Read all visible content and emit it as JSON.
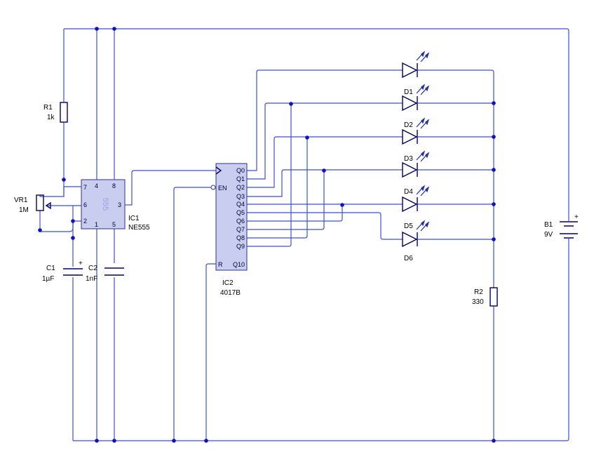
{
  "colors": {
    "wire": "#3f4fd1",
    "ic_fill": "#c9cdef",
    "junction": "#1010c0",
    "component": "#000066"
  },
  "components": {
    "r1": {
      "ref": "R1",
      "value": "1k"
    },
    "vr1": {
      "ref": "VR1",
      "value": "1M"
    },
    "c1": {
      "ref": "C1",
      "value": "1µF"
    },
    "c2": {
      "ref": "C2",
      "value": "1nF"
    },
    "ic1": {
      "ref": "IC1",
      "value": "NE555",
      "chip_text": "555",
      "pins": {
        "p1": "1",
        "p2": "2",
        "p3": "3",
        "p4": "4",
        "p5": "5",
        "p6": "6",
        "p7": "7",
        "p8": "8"
      }
    },
    "ic2": {
      "ref": "IC2",
      "value": "4017B",
      "pins": {
        "en": "EN",
        "r": "R",
        "q0": "Q0",
        "q1": "Q1",
        "q2": "Q2",
        "q3": "Q3",
        "q4": "Q4",
        "q5": "Q5",
        "q6": "Q6",
        "q7": "Q7",
        "q8": "Q8",
        "q9": "Q9",
        "q10": "Q10"
      }
    },
    "leds": [
      {
        "label": "D1"
      },
      {
        "label": "D2"
      },
      {
        "label": "D3"
      },
      {
        "label": "D4"
      },
      {
        "label": "D5"
      },
      {
        "label": "D6"
      }
    ],
    "r2": {
      "ref": "R2",
      "value": "330"
    },
    "b1": {
      "ref": "B1",
      "value": "9V"
    }
  },
  "icons": [
    "resistor-icon",
    "potentiometer-icon",
    "capacitor-icon",
    "led-icon",
    "battery-icon",
    "clock-input-icon",
    "inverted-input-icon"
  ]
}
